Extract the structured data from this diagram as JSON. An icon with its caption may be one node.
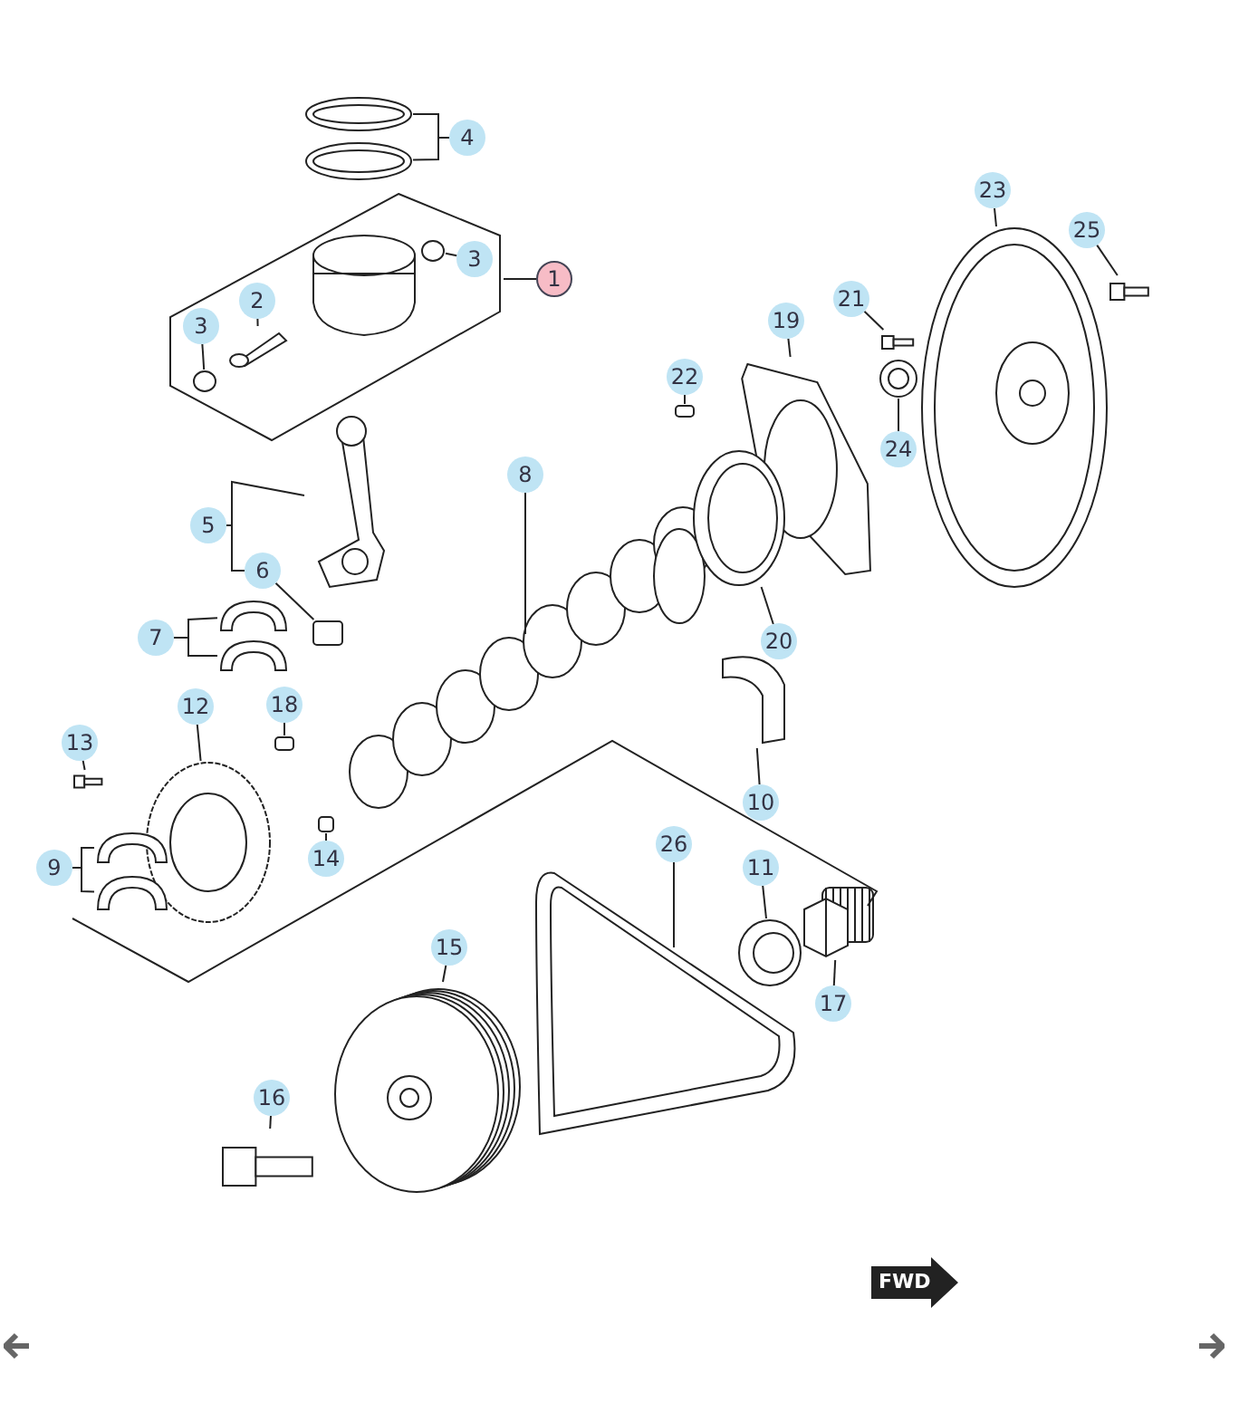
{
  "diagram": {
    "nodes": [
      {
        "text": [],
        "shape": "box"
      },
      {
        "text": [
          "1"
        ]
      },
      {
        "text": [
          "2"
        ],
        "in": 0
      },
      {
        "text": [
          "3"
        ],
        "in": 0
      },
      {
        "text": [
          "3"
        ],
        "in": 0
      },
      {
        "text": [],
        "shape": "picture",
        "in": 0
      },
      {
        "text": [],
        "shape": "picture",
        "in": 0
      },
      {
        "text": [],
        "shape": "circle",
        "in": 0
      },
      {
        "text": [],
        "shape": "circle",
        "in": 0
      },
      {
        "text": [
          "4"
        ]
      },
      {
        "text": [],
        "shape": "picture"
      },
      {
        "text": [],
        "shape": "picture"
      },
      {
        "text": [
          "5"
        ]
      },
      {
        "text": [],
        "shape": "picture"
      },
      {
        "text": [
          "6"
        ]
      },
      {
        "text": [],
        "shape": "box"
      },
      {
        "text": [
          "7"
        ]
      },
      {
        "text": [],
        "shape": "picture"
      },
      {
        "text": [],
        "shape": "picture"
      },
      {
        "text": [
          "8"
        ]
      },
      {
        "text": [],
        "shape": "picture"
      },
      {
        "text": [
          "12"
        ]
      },
      {
        "text": [],
        "shape": "picture"
      },
      {
        "text": [
          "13"
        ]
      },
      {
        "text": [],
        "shape": "picture"
      },
      {
        "text": [
          "18"
        ]
      },
      {
        "text": [],
        "shape": "box"
      },
      {
        "text": [
          "14"
        ]
      },
      {
        "text": [],
        "shape": "box"
      },
      {
        "text": [
          "9"
        ]
      },
      {
        "text": [],
        "shape": "picture"
      },
      {
        "text": [],
        "shape": "picture"
      },
      {
        "text": [
          "23"
        ]
      },
      {
        "text": [],
        "shape": "picture"
      },
      {
        "text": [
          "25"
        ]
      },
      {
        "text": [],
        "shape": "picture"
      },
      {
        "text": [
          "19"
        ]
      },
      {
        "text": [],
        "shape": "picture"
      },
      {
        "text": [
          "21"
        ]
      },
      {
        "text": [],
        "shape": "picture"
      },
      {
        "text": [
          "24"
        ]
      },
      {
        "text": [],
        "shape": "picture"
      },
      {
        "text": [
          "22"
        ]
      },
      {
        "text": [],
        "shape": "box"
      },
      {
        "text": [
          "20"
        ]
      },
      {
        "text": [],
        "shape": "picture"
      },
      {
        "text": [
          "10"
        ]
      },
      {
        "text": [],
        "shape": "picture"
      },
      {
        "text": [
          "11"
        ]
      },
      {
        "text": [],
        "shape": "picture"
      },
      {
        "text": [
          "26"
        ]
      },
      {
        "text": [],
        "shape": "picture"
      },
      {
        "text": [
          "15"
        ]
      },
      {
        "text": [],
        "shape": "picture"
      },
      {
        "text": [
          "17"
        ]
      },
      {
        "text": [],
        "shape": "picture"
      },
      {
        "text": [
          "16"
        ]
      },
      {
        "text": [],
        "shape": "picture"
      }
    ],
    "edges": [
      {
        "from": 1,
        "to": 0,
        "arrow": "none"
      },
      {
        "from": 2,
        "to": 6,
        "arrow": "none"
      },
      {
        "from": 3,
        "to": 7,
        "arrow": "none"
      },
      {
        "from": 4,
        "to": 8,
        "arrow": "none"
      },
      {
        "from": 9,
        "to": 10,
        "arrow": "none"
      },
      {
        "from": 9,
        "to": 11,
        "arrow": "none"
      },
      {
        "from": 12,
        "to": 13,
        "arrow": "none"
      },
      {
        "from": 12,
        "to": 14,
        "arrow": "none"
      },
      {
        "from": 14,
        "to": 15,
        "arrow": "none"
      },
      {
        "from": 16,
        "to": 17,
        "arrow": "none"
      },
      {
        "from": 16,
        "to": 18,
        "arrow": "none"
      },
      {
        "from": 19,
        "to": 20,
        "arrow": "none"
      },
      {
        "from": 21,
        "to": 22,
        "arrow": "none"
      },
      {
        "from": 23,
        "to": 24,
        "arrow": "none"
      },
      {
        "from": 25,
        "to": 26,
        "arrow": "none"
      },
      {
        "from": 27,
        "to": 28,
        "arrow": "none"
      },
      {
        "from": 29,
        "to": 30,
        "arrow": "none"
      },
      {
        "from": 29,
        "to": 31,
        "arrow": "none"
      },
      {
        "from": 32,
        "to": 33,
        "arrow": "none"
      },
      {
        "from": 34,
        "to": 35,
        "arrow": "none"
      },
      {
        "from": 36,
        "to": 37,
        "arrow": "none"
      },
      {
        "from": 38,
        "to": 39,
        "arrow": "none"
      },
      {
        "from": 40,
        "to": 41,
        "arrow": "none"
      },
      {
        "from": 42,
        "to": 43,
        "arrow": "none"
      },
      {
        "from": 44,
        "to": 45,
        "arrow": "none"
      },
      {
        "from": 46,
        "to": 47,
        "arrow": "none"
      },
      {
        "from": 48,
        "to": 49,
        "arrow": "none"
      },
      {
        "from": 50,
        "to": 51,
        "arrow": "none"
      },
      {
        "from": 52,
        "to": 53,
        "arrow": "none"
      },
      {
        "from": 54,
        "to": 55,
        "arrow": "none"
      },
      {
        "from": 56,
        "to": 57,
        "arrow": "none"
      }
    ],
    "labels": [
      "FWD"
    ]
  }
}
